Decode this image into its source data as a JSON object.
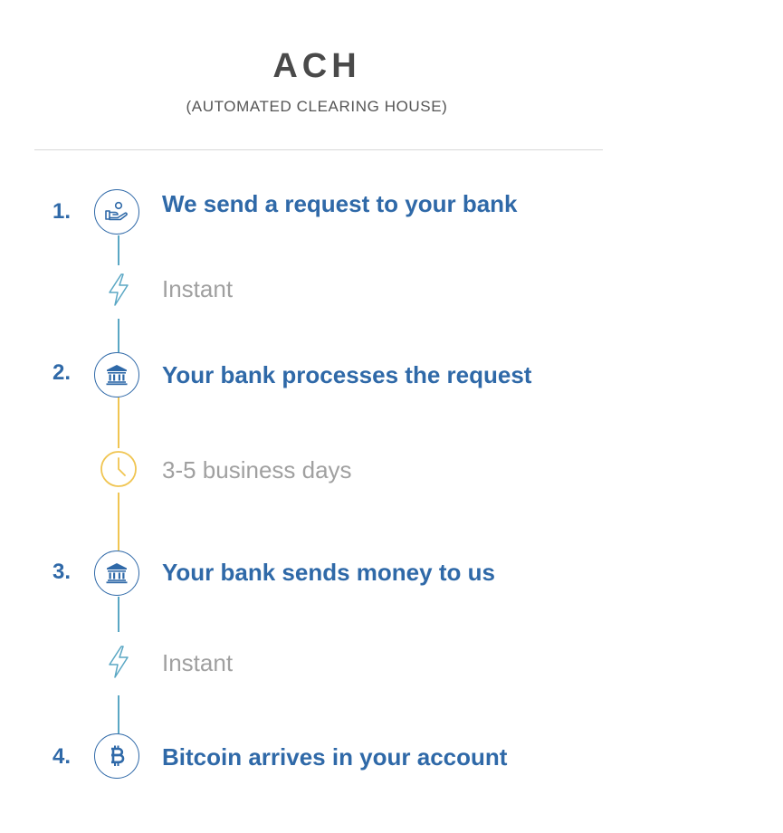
{
  "header": {
    "title": "ACH",
    "subtitle": "(AUTOMATED CLEARING HOUSE)"
  },
  "steps": [
    {
      "number": "1.",
      "text": "We send a request to your bank",
      "icon": "hand-coins-icon"
    },
    {
      "number": "2.",
      "text": "Your bank processes the request",
      "icon": "bank-icon"
    },
    {
      "number": "3.",
      "text": "Your bank sends money to us",
      "icon": "bank-icon"
    },
    {
      "number": "4.",
      "text": "Bitcoin arrives in your account",
      "icon": "bitcoin-icon"
    }
  ],
  "timings": [
    {
      "text": "Instant",
      "icon": "lightning-icon"
    },
    {
      "text": "3-5 business days",
      "icon": "clock-icon"
    },
    {
      "text": "Instant",
      "icon": "lightning-icon"
    }
  ],
  "colors": {
    "step_blue": "#2f69a8",
    "connector_teal": "#5aa7c4",
    "connector_gold": "#f0c552",
    "timing_gray": "#a0a0a0",
    "title_gray": "#4a4a4a"
  }
}
